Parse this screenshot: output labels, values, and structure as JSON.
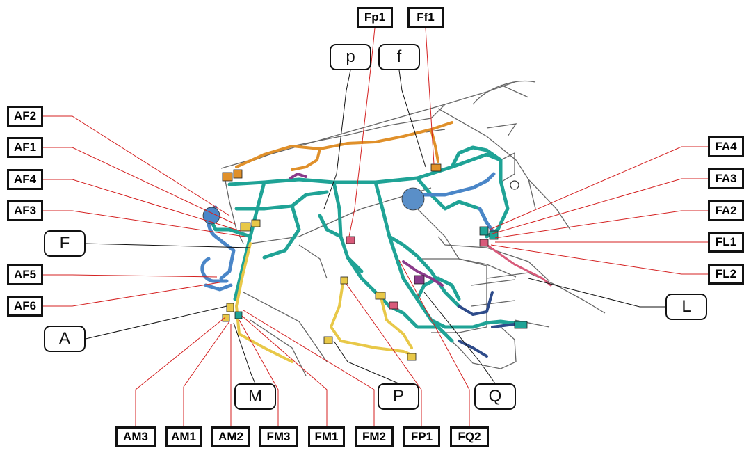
{
  "colors": {
    "callout_line": "#d42020",
    "leader_line": "#111111",
    "harness_main": "#1fa396",
    "harness_blue": "#4a86c8",
    "harness_yellow": "#e8c848",
    "harness_orange": "#e0902a",
    "harness_purple": "#8a3a8a",
    "harness_pink": "#d85a7a",
    "body_outline": "#555555"
  },
  "connectors": [
    {
      "id": "Fp1",
      "text": "Fp1"
    },
    {
      "id": "Ff1",
      "text": "Ff1"
    },
    {
      "id": "AF2",
      "text": "AF2"
    },
    {
      "id": "AF1",
      "text": "AF1"
    },
    {
      "id": "AF4",
      "text": "AF4"
    },
    {
      "id": "AF3",
      "text": "AF3"
    },
    {
      "id": "AF5",
      "text": "AF5"
    },
    {
      "id": "AF6",
      "text": "AF6"
    },
    {
      "id": "FA4",
      "text": "FA4"
    },
    {
      "id": "FA3",
      "text": "FA3"
    },
    {
      "id": "FA2",
      "text": "FA2"
    },
    {
      "id": "FL1",
      "text": "FL1"
    },
    {
      "id": "FL2",
      "text": "FL2"
    },
    {
      "id": "AM3",
      "text": "AM3"
    },
    {
      "id": "AM1",
      "text": "AM1"
    },
    {
      "id": "AM2",
      "text": "AM2"
    },
    {
      "id": "FM3",
      "text": "FM3"
    },
    {
      "id": "FM1",
      "text": "FM1"
    },
    {
      "id": "FM2",
      "text": "FM2"
    },
    {
      "id": "FP1",
      "text": "FP1"
    },
    {
      "id": "FQ2",
      "text": "FQ2"
    }
  ],
  "harness_groups": [
    {
      "id": "p",
      "text": "p"
    },
    {
      "id": "f",
      "text": "f"
    },
    {
      "id": "F",
      "text": "F"
    },
    {
      "id": "A",
      "text": "A"
    },
    {
      "id": "L",
      "text": "L"
    },
    {
      "id": "M",
      "text": "M"
    },
    {
      "id": "P",
      "text": "P"
    },
    {
      "id": "Q",
      "text": "Q"
    }
  ]
}
